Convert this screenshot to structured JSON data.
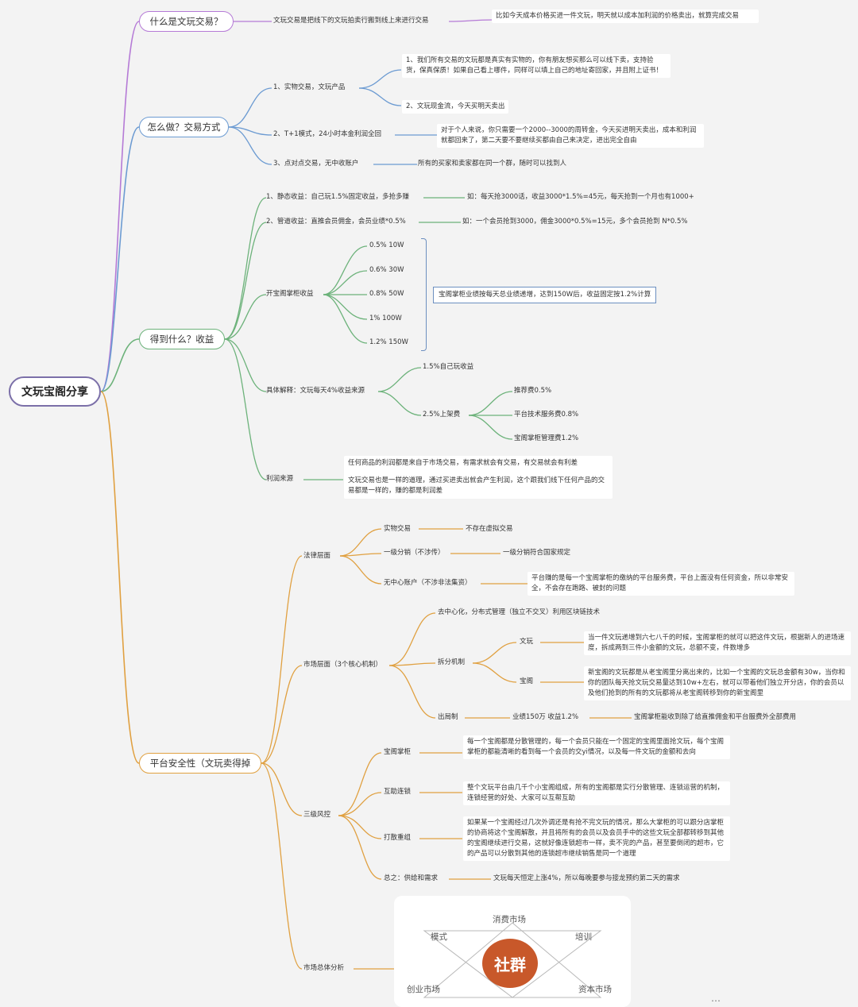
{
  "root": {
    "label": "文玩宝阁分享"
  },
  "branches": {
    "what": {
      "label": "什么是文玩交易？"
    },
    "how": {
      "label": "怎么做？交易方式"
    },
    "gain": {
      "label": "得到什么？收益"
    },
    "safety": {
      "label": "平台安全性（文玩卖得掉"
    }
  },
  "what": {
    "def": "文玩交易是把线下的文玩拍卖行搬到线上来进行交易",
    "example": "比如今天成本价格买进一件文玩，明天就以成本加利润的价格卖出，就算完成交易"
  },
  "how": {
    "item1": "1、实物交易，文玩产品",
    "item1_a": "1、我们所有交易的文玩都是真实有实物的，你有朋友想买那么可以线下卖，支持验货，保真保质！如果自己看上哪件，同样可以填上自己的地址寄回家，并且附上证书！",
    "item1_b": "2、文玩现金流，今天买明天卖出",
    "item2": "2、T+1模式，24小时本金利润全回",
    "item2_a": "对于个人来说，你只需要一个2000--3000的周转金，今天买进明天卖出，成本和利润就都回来了，第二天要不要继续买都由自己来决定，进出完全自由",
    "item3": "3、点对点交易，无中收账户",
    "item3_a": "所有的买家和卖家都在同一个群，随时可以找到人"
  },
  "gain": {
    "static": "1、静态收益：自己玩1.5%固定收益，多抢多赚",
    "static_ex": "如：每天抢3000话，收益3000*1.5%=45元，每天抢到一个月也有1000+",
    "mgmt": "2、管道收益：直推会员佣金，会员业绩*0.5%",
    "mgmt_ex": "如：一个会员抢到3000，佣金3000*0.5%=15元，多个会员抢到 N*0.5%",
    "counter": "开宝阁掌柜收益",
    "tiers": [
      "0.5%  10W",
      "0.6%  30W",
      "0.8%  50W",
      "1%  100W",
      "1.2%  150W"
    ],
    "counter_note": "宝阁掌柜业绩按每天总业绩递增，达到150W后，收益固定按1.2%计算",
    "explain": "具体解释：文玩每天4%收益来源",
    "explain_a": "1.5%自己玩收益",
    "explain_b": "2.5%上架费",
    "fees": [
      "推荐费0.5%",
      "平台技术服务费0.8%",
      "宝阁掌柜管理费1.2%"
    ],
    "profit": "利润来源",
    "profit_text1": "任何商品的利润都是来自于市场交易，有需求就会有交易，有交易就会有利差",
    "profit_text2": "文玩交易也是一样的道理，通过买进卖出就会产生利润，这个跟我们线下任何产品的交易都是一样的，赚的都是利润差"
  },
  "safety": {
    "legal": "法律层面",
    "legal_items": [
      {
        "k": "实物交易",
        "v": "不存在虚拟交易"
      },
      {
        "k": "一级分销（不涉传）",
        "v": "一级分销符合国家规定"
      },
      {
        "k": "无中心账户（不涉非法集资）",
        "v": "平台赚的是每一个宝阁掌柜的缴纳的平台服务费，平台上面没有任何资金，所以非常安全，不会存在跑路、被封的问题"
      }
    ],
    "market": "市场层面（3个核心机制）",
    "decentral": "去中心化，分布式管理（独立不交叉）利用区块链技术",
    "split": "拆分机制",
    "split_wen": "文玩",
    "split_wen_text": "当一件文玩递增到六七八千的时候，宝阁掌柜的就可以把这件文玩，根据新人的进场速度，拆成两到三件小金额的文玩，总额不变，件数增多",
    "split_bao": "宝阁",
    "split_bao_text": "新宝阁的文玩都是从老宝阁里分离出来的，比如一个宝阁的文玩总金额有30w，当你和你的团队每天抢文玩交易量达到10w+左右，就可以带着他们独立开分店，你的会员以及他们抢到的所有的文玩都将从老宝阁转移到你的新宝阁里",
    "out": "出局制",
    "out_mid": "业绩150万   收益1.2%",
    "out_text": "宝阁掌柜能收到除了给直推佣金和平台服费外全部费用",
    "risk": "三级风控",
    "risk_items": [
      {
        "k": "宝阁掌柜",
        "v": "每一个宝阁都是分散管理的，每一个会员只能在一个固定的宝阁里面抢文玩，每个宝阁掌柜的都能清晰的看到每一个会员的交yi情况，以及每一件文玩的金额和去向"
      },
      {
        "k": "互助连锁",
        "v": "整个文玩平台由几千个小宝阁组成，所有的宝阁都是实行分散管理、连锁运营的机制，连锁经营的好处、大家可以互帮互助"
      },
      {
        "k": "打散重组",
        "v": "如果某一个宝阁经过几次外调还是有抢不完文玩的情况，那么大掌柜的可以跟分店掌柜的协商将这个宝阁解散，并且将所有的会员以及会员手中的这些文玩全部都转移到其他的宝阁继续进行交易，这就好像连锁超市一样，卖不完的产品，甚至要倒闭的超市，它的产品可以分散到其他的连锁超市继续销售是同一个道理"
      },
      {
        "k": "总之：供给和需求",
        "v": "文玩每天恒定上涨4%，所以每晚要参与接龙预约第二天的需求"
      }
    ],
    "overview": "市场总体分析",
    "star": {
      "center": "社群",
      "top": "消费市场",
      "left": "模式",
      "right": "培训",
      "bl": "创业市场",
      "br": "资本市场"
    }
  },
  "watermark": "…"
}
